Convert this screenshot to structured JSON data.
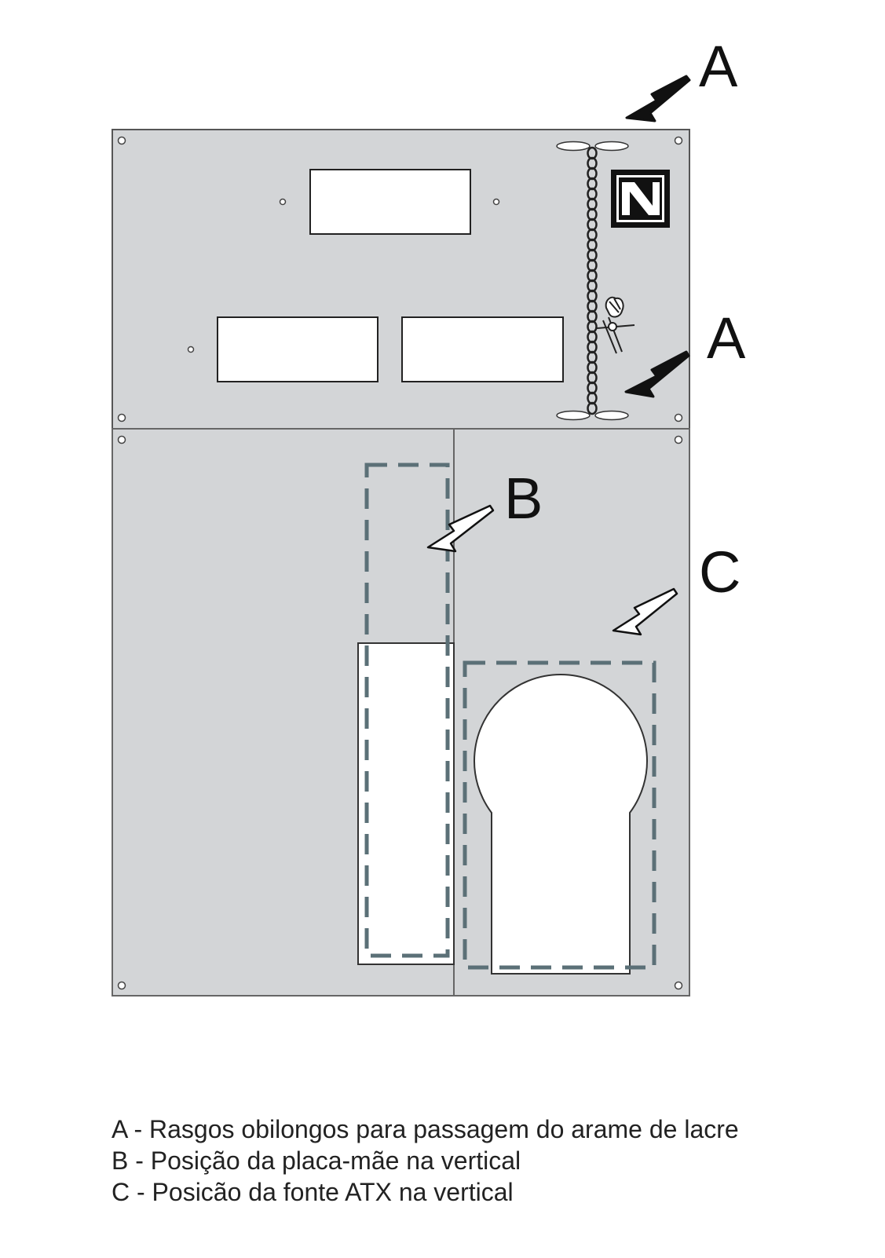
{
  "callouts": {
    "a_top": "A",
    "a_middle": "A",
    "b": "B",
    "c": "C"
  },
  "logo_letter": "N",
  "legend": [
    "A - Rasgos obilongos para passagem do arame de lacre",
    "B - Posição da placa-mãe na vertical",
    "C - Posicão da fonte ATX na vertical"
  ],
  "colors": {
    "panel_fill": "#d3d5d7",
    "panel_stroke": "#555555",
    "dashed_outline": "#5b7077",
    "cutout_fill": "#ffffff",
    "text": "#111111"
  }
}
